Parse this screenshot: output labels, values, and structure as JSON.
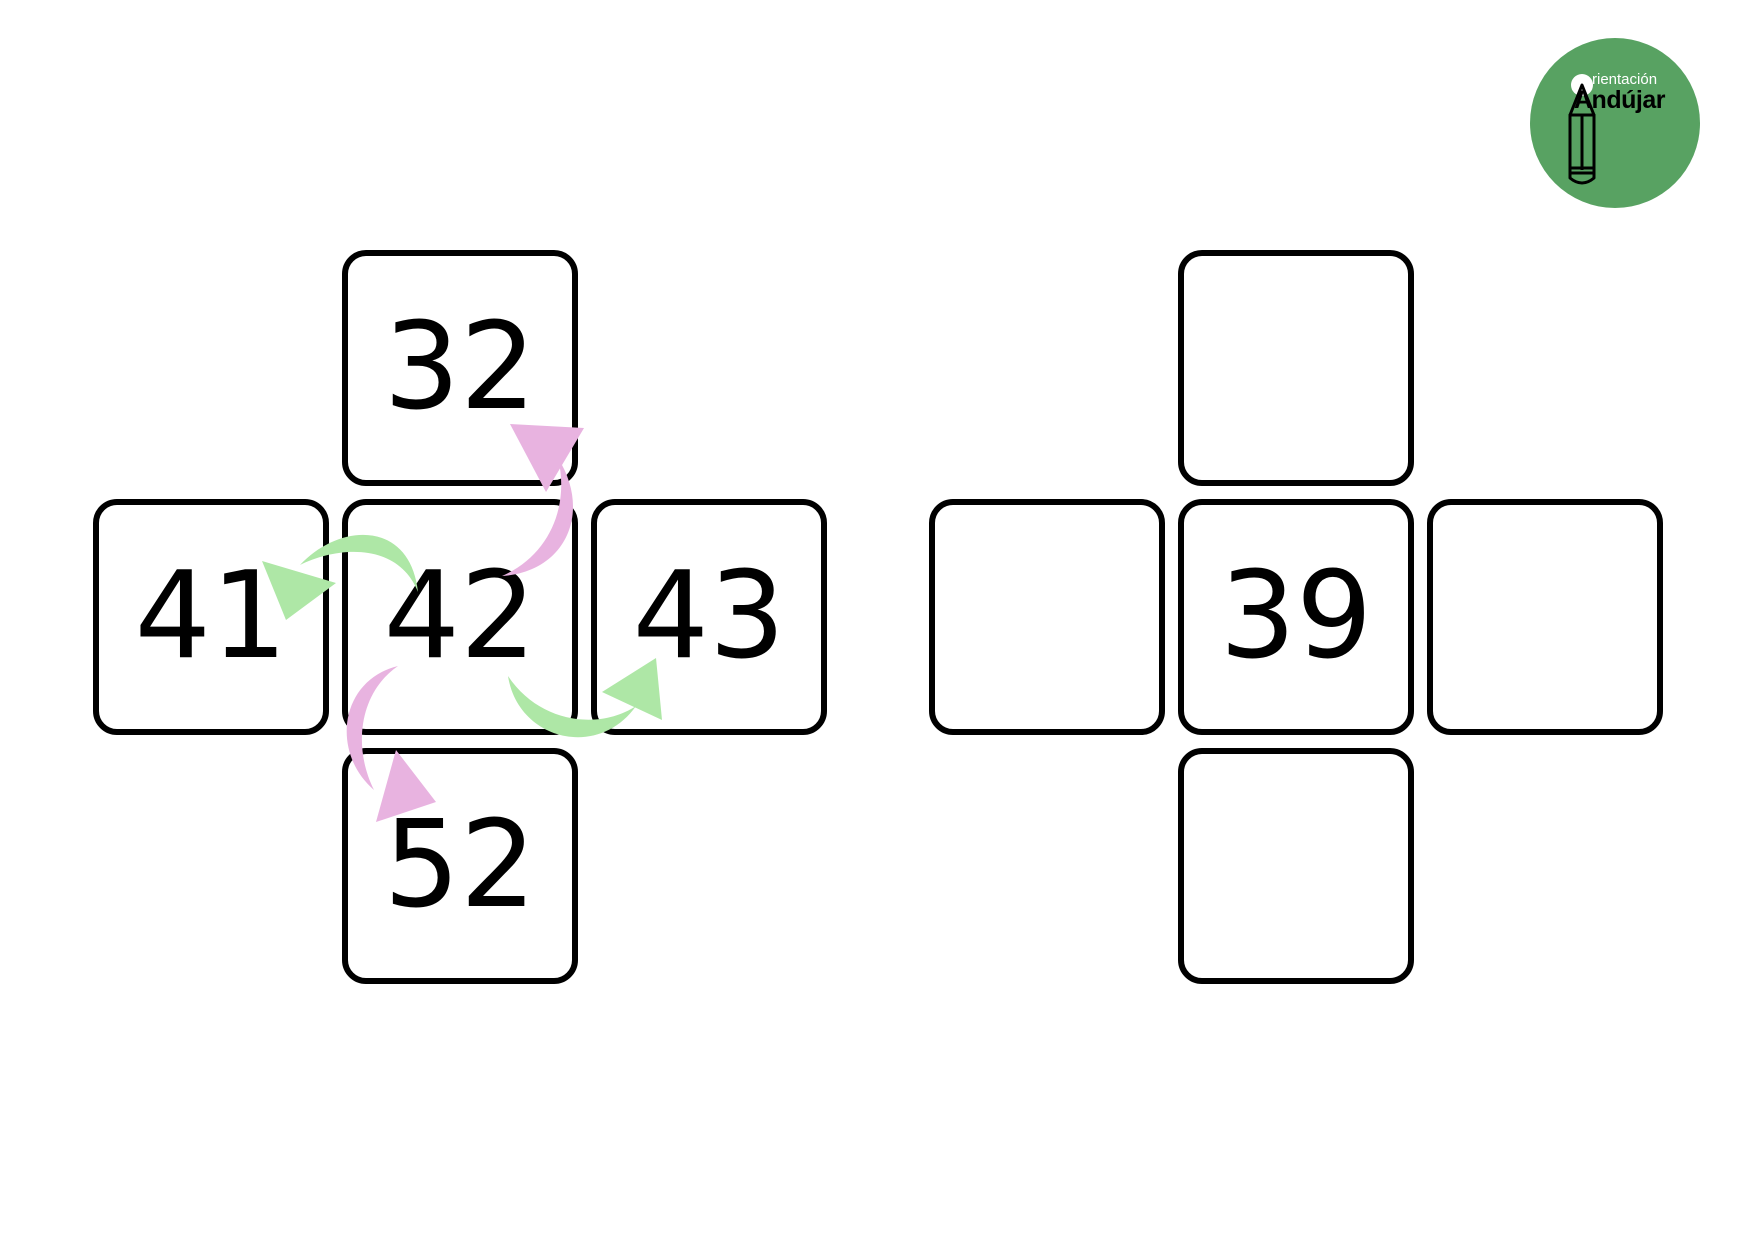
{
  "logo": {
    "line1": "rientación",
    "line2": "Andújar",
    "color": "#58a262",
    "icon": "pencil-icon"
  },
  "puzzle_example": {
    "top": "32",
    "left": "41",
    "center": "42",
    "right": "43",
    "bottom": "52"
  },
  "puzzle_exercise": {
    "top": "",
    "left": "",
    "center": "39",
    "right": "",
    "bottom": ""
  },
  "arrow_colors": {
    "green": "#aee7a6",
    "pink": "#e8b3e0"
  }
}
